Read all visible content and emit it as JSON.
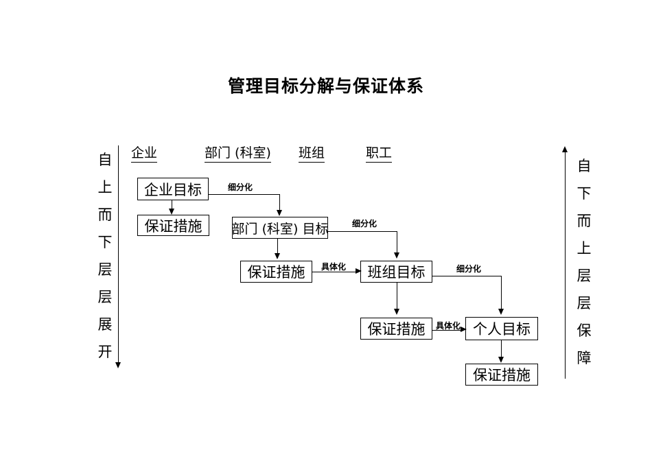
{
  "diagram": {
    "title": "管理目标分解与保证体系",
    "column_headers": [
      {
        "label": "企业"
      },
      {
        "label": "部门 (科室)"
      },
      {
        "label": "班组"
      },
      {
        "label": "职工"
      }
    ],
    "left_axis": {
      "text": "自上而下层层展开",
      "direction": "down",
      "arrow_glyph": "▼"
    },
    "right_axis": {
      "text": "自下而上层层保障",
      "direction": "up",
      "arrow_glyph": "▲"
    },
    "nodes": [
      {
        "id": "enterprise-goal",
        "label": "企业目标",
        "column": "企业"
      },
      {
        "id": "enterprise-measure",
        "label": "保证措施",
        "column": "企业"
      },
      {
        "id": "department-goal",
        "label": "部门 (科室) 目标",
        "column": "部门 (科室)"
      },
      {
        "id": "department-measure",
        "label": "保证措施",
        "column": "部门 (科室)"
      },
      {
        "id": "team-goal",
        "label": "班组目标",
        "column": "班组"
      },
      {
        "id": "team-measure",
        "label": "保证措施",
        "column": "班组"
      },
      {
        "id": "personal-goal",
        "label": "个人目标",
        "column": "职工"
      },
      {
        "id": "personal-measure",
        "label": "保证措施",
        "column": "职工"
      }
    ],
    "edges": [
      {
        "id": "e1",
        "from": "enterprise-goal",
        "to": "enterprise-measure",
        "label": ""
      },
      {
        "id": "e2",
        "from": "enterprise-goal",
        "to": "department-goal",
        "label": "细分化"
      },
      {
        "id": "e3",
        "from": "department-goal",
        "to": "department-measure",
        "label": ""
      },
      {
        "id": "e4",
        "from": "department-goal",
        "to": "team-goal",
        "label": "细分化"
      },
      {
        "id": "e5",
        "from": "department-measure",
        "to": "team-goal",
        "label": "具体化"
      },
      {
        "id": "e6",
        "from": "team-goal",
        "to": "team-measure",
        "label": ""
      },
      {
        "id": "e7",
        "from": "team-goal",
        "to": "personal-goal",
        "label": "细分化"
      },
      {
        "id": "e8",
        "from": "team-measure",
        "to": "personal-goal",
        "label": "具体化"
      },
      {
        "id": "e9",
        "from": "personal-goal",
        "to": "personal-measure",
        "label": ""
      }
    ],
    "colors": {
      "stroke": "#000000",
      "background": "#ffffff",
      "text": "#000000"
    }
  }
}
